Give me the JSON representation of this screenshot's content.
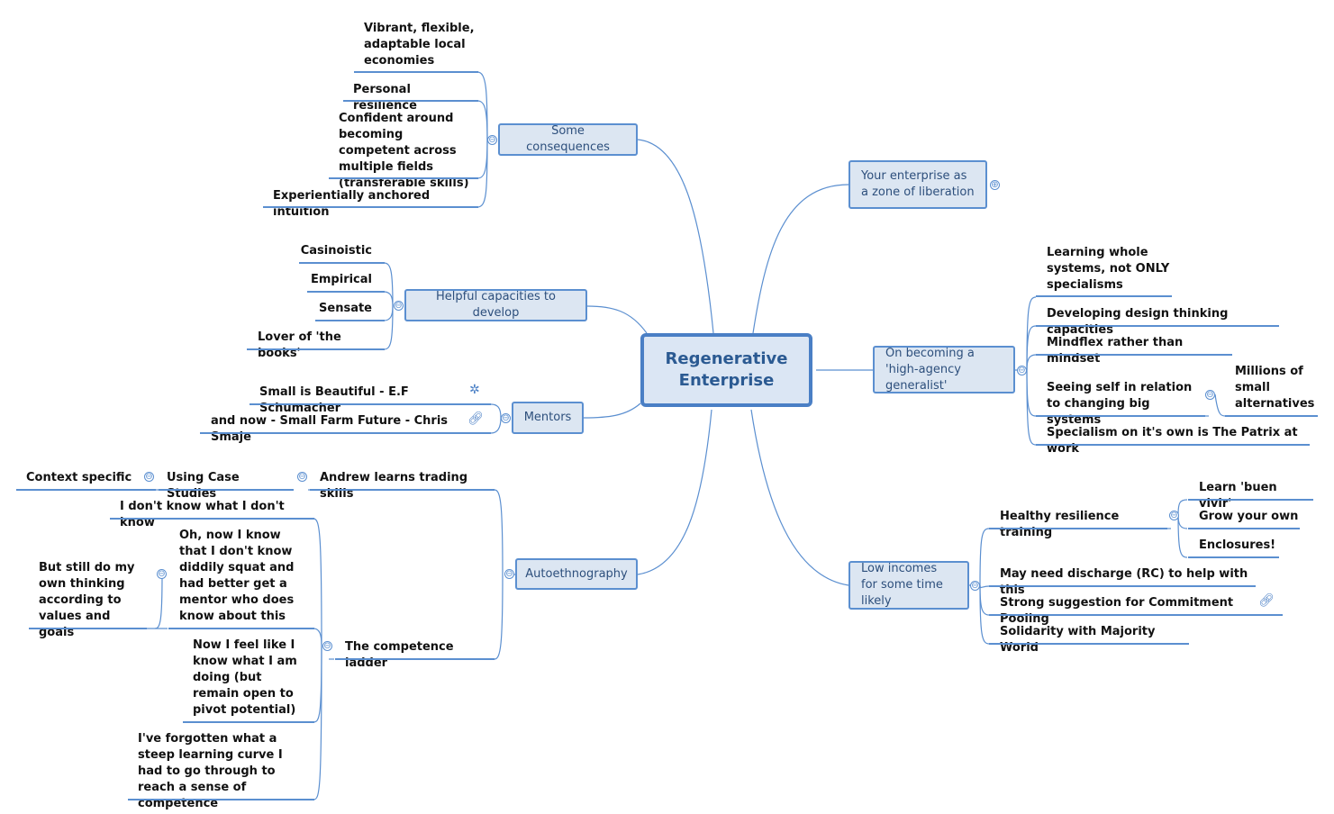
{
  "central": "Regenerative Enterprise",
  "topics": {
    "some_consequences": {
      "label": "Some consequences",
      "items": [
        "Vibrant,  flexible, adaptable local economies",
        "Personal resilience",
        "Confident around becoming competent across multiple fields (transferable skills)",
        "Experientially anchored intuition"
      ]
    },
    "helpful_capacities": {
      "label": "Helpful capacities to develop",
      "items": [
        "Casinoistic",
        "Empirical",
        "Sensate",
        "Lover of 'the books'"
      ]
    },
    "mentors": {
      "label": "Mentors",
      "items": [
        "Small is Beautiful - E.F Schumacher",
        "and  now - Small Farm Future  - Chris Smaje"
      ]
    },
    "autoethnography": {
      "label": "Autoethnography",
      "andrew": "Andrew learns trading skills",
      "case_studies": "Using Case Studies",
      "context": "Context specific",
      "ladder": "The competence ladder",
      "steps": [
        "I don't know what I don't know",
        "Oh, now I know that I don't know diddily squat and had better get a mentor who does know about this",
        "Now I feel like I know what I am doing (but remain open to pivot potential)",
        "I've forgotten what a steep learning curve I had to go through to reach a sense of competence"
      ],
      "own_thinking": "But still do my own thinking according to values and goals"
    },
    "liberation": {
      "label": "Your enterprise as a zone of liberation"
    },
    "generalist": {
      "label": "On becoming a 'high-agency generalist'",
      "items": [
        "Learning whole systems, not ONLY specialisms",
        "Developing design thinking capacities",
        "Mindflex rather than mindset",
        "Seeing self in relation to changing big systems",
        "Specialism on it's own is The Patrix at work"
      ],
      "millions": "Millions of small alternatives"
    },
    "low_incomes": {
      "label": "Low incomes for some time likely",
      "healthy": "Healthy resilience training",
      "healthy_items": [
        "Learn 'buen vivir'",
        "Grow your own",
        "Enclosures!"
      ],
      "items": [
        "May need discharge (RC) to help with this",
        "Strong suggestion for Commitment Pooling",
        "Solidarity with Majority World"
      ]
    }
  },
  "icons": {
    "collapse": "⊖",
    "expand": "⊕",
    "note": "note-icon",
    "link": "link-icon"
  },
  "colors": {
    "central_border": "#4a7fc5",
    "central_fill": "#dbe6f4",
    "topic_border": "#5b8fd0",
    "topic_fill": "#dce6f2",
    "line": "#5b8fd0"
  }
}
